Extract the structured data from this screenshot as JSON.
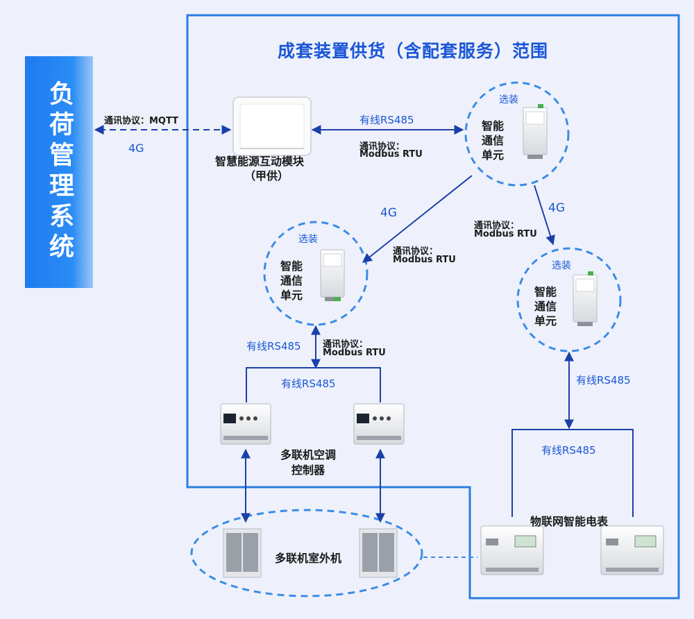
{
  "sidebar": {
    "label": "负荷管理系统"
  },
  "title": "成套装置供货（含配套服务）范围",
  "edges": {
    "mqtt_protocol": "通讯协议：MQTT",
    "mqtt_network": "4G",
    "module_unit_link": "有线RS485",
    "module_unit_protocol_line1": "通讯协议：",
    "module_unit_protocol_line2": "Modbus RTU",
    "left_4g": "4G",
    "left_protocol_line1": "通讯协议：",
    "left_protocol_line2": "Modbus RTU",
    "right_4g": "4G",
    "right_protocol_line1": "通讯协议：",
    "right_protocol_line2": "Modbus RTU",
    "left_unit_rs485": "有线RS485",
    "left_unit_protocol_line1": "通讯协议：",
    "left_unit_protocol_line2": "Modbus RTU",
    "controllers_rs485": "有线RS485",
    "right_unit_rs485": "有线RS485",
    "meters_rs485": "有线RS485"
  },
  "nodes": {
    "module_line1": "智慧能源互动模块",
    "module_line2": "（甲供）",
    "unit_optional": "选装",
    "unit_l1": "智能",
    "unit_l2": "通信",
    "unit_l3": "单元",
    "controllers_line1": "多联机空调",
    "controllers_line2": "控制器",
    "outdoor_units": "多联机室外机",
    "smart_meters": "物联网智能电表"
  },
  "colors": {
    "accent": "#1a56d6",
    "border": "#2a7de1",
    "dashed": "#3b8be6"
  }
}
